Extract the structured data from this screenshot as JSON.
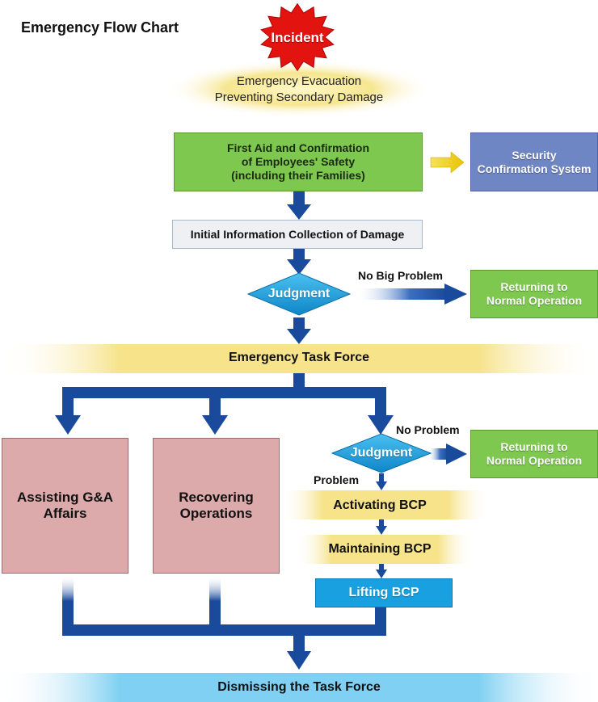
{
  "title": "Emergency Flow Chart",
  "incident": "Incident",
  "evacuation": {
    "line1": "Emergency Evacuation",
    "line2": "Preventing Secondary Damage"
  },
  "first_aid": {
    "line1": "First Aid and Confirmation",
    "line2": "of Employees' Safety",
    "line3": "(including their Families)"
  },
  "security": {
    "line1": "Security",
    "line2": "Confirmation System"
  },
  "initial_info": "Initial Information Collection of Damage",
  "judgment1": {
    "label": "Judgment",
    "branch_label": "No Big Problem"
  },
  "returning1": {
    "line1": "Returning to",
    "line2": "Normal Operation"
  },
  "task_force": "Emergency Task Force",
  "assisting": {
    "line1": "Assisting G&A",
    "line2": "Affairs"
  },
  "recovering": {
    "line1": "Recovering",
    "line2": "Operations"
  },
  "judgment2": {
    "label": "Judgment",
    "branch_label": "No Problem",
    "down_label": "Problem"
  },
  "returning2": {
    "line1": "Returning to",
    "line2": "Normal Operation"
  },
  "activating": "Activating BCP",
  "maintaining": "Maintaining BCP",
  "lifting": "Lifting BCP",
  "dismissing": "Dismissing the Task Force",
  "colors": {
    "flow_arrow": "#1a4a9c",
    "green": "#7ec850",
    "security_blue": "#6f86c4",
    "pink": "#dcaaaa",
    "diamond": "#1b9fd8",
    "incident_red": "#e3140f",
    "band_yellow": "#f5e27a",
    "band_blue": "#5ec0ea"
  }
}
